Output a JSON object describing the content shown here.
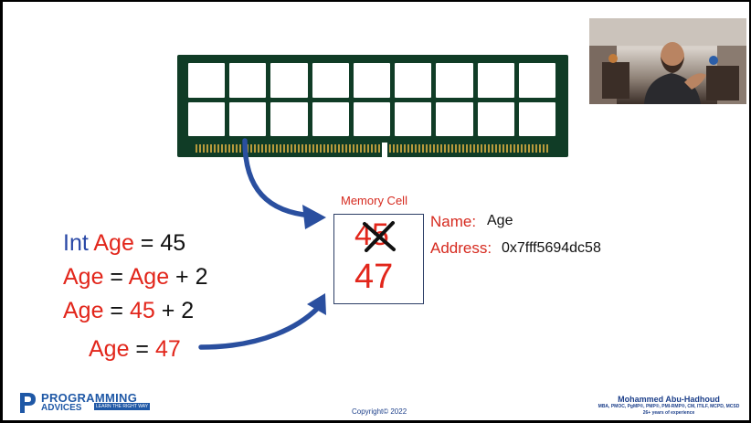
{
  "memory": {
    "label": "Memory Cell",
    "old_value": "45",
    "new_value": "47",
    "name_label": "Name:",
    "name_value": "Age",
    "address_label": "Address:",
    "address_value": "0x7fff5694dc58"
  },
  "code": {
    "line1": {
      "kw": "Int",
      "var": "Age",
      "rest": " = 45"
    },
    "line2": {
      "var1": "Age",
      "op": " = ",
      "var2": "Age",
      "rest": " + 2"
    },
    "line3": {
      "var": "Age",
      "op": " = ",
      "num": "45",
      "rest": " + 2"
    },
    "line4": {
      "var": "Age",
      "op": " = ",
      "num": "47"
    }
  },
  "footer": {
    "logo_line1": "PROGRAMMING",
    "logo_line2": "ADVICES",
    "logo_tag": "LEARN THE RIGHT WAY",
    "copyright": "Copyright© 2022",
    "author_name": "Mohammed Abu-Hadhoud",
    "author_credentials": "MBA, PMOC, PgMP®, PMP®, PMI-RMP®, CM, ITILF, MCPD, MCSD",
    "author_experience": "26+ years of experience"
  },
  "colors": {
    "accent_red": "#e2261b",
    "accent_blue": "#2948a6",
    "ram_green": "#103c26",
    "arrow_blue": "#2a4f9f"
  }
}
